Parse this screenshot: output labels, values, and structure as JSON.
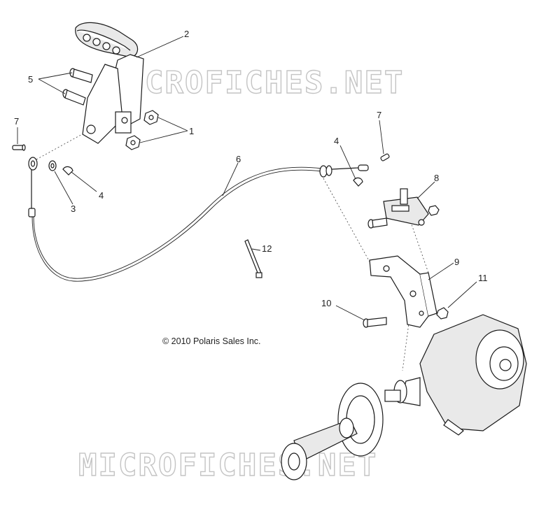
{
  "watermark": {
    "top": "MICROFICHES.NET",
    "bottom": "MICROFICHES.NET"
  },
  "copyright": "© 2010 Polaris Sales Inc.",
  "callouts": {
    "c1": "1",
    "c2": "2",
    "c3": "3",
    "c4a": "4",
    "c4b": "4",
    "c5": "5",
    "c6": "6",
    "c7a": "7",
    "c7b": "7",
    "c8": "8",
    "c9": "9",
    "c10": "10",
    "c11": "11",
    "c12": "12"
  }
}
